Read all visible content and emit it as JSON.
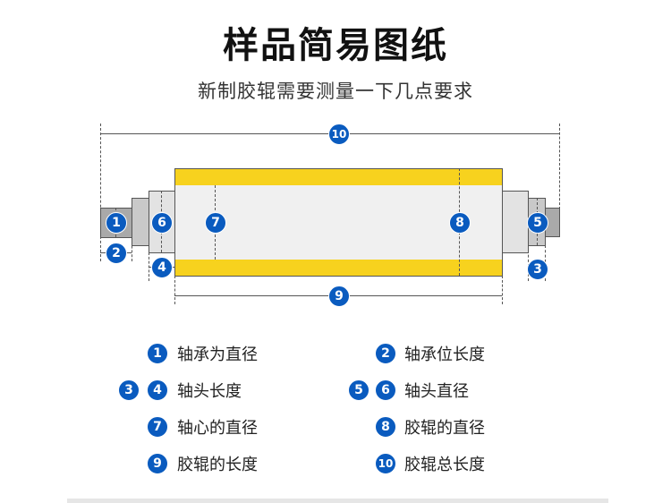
{
  "title": "样品简易图纸",
  "subtitle": "新制胶辊需要测量一下几点要求",
  "colors": {
    "badge": "#0a5bbf",
    "rubber": "#f7d21e",
    "core": "#f0f0f0"
  },
  "badges": [
    "1",
    "2",
    "3",
    "4",
    "5",
    "6",
    "7",
    "8",
    "9",
    "10"
  ],
  "legend": [
    {
      "nums": [
        "1"
      ],
      "text": "轴承为直径"
    },
    {
      "nums": [
        "2"
      ],
      "text": "轴承位长度"
    },
    {
      "nums": [
        "3",
        "4"
      ],
      "text": "轴头长度"
    },
    {
      "nums": [
        "5",
        "6"
      ],
      "text": "轴头直径"
    },
    {
      "nums": [
        "7"
      ],
      "text": "轴心的直径"
    },
    {
      "nums": [
        "8"
      ],
      "text": "胶辊的直径"
    },
    {
      "nums": [
        "9"
      ],
      "text": "胶辊的长度"
    },
    {
      "nums": [
        "10"
      ],
      "text": "胶辊总长度"
    }
  ]
}
